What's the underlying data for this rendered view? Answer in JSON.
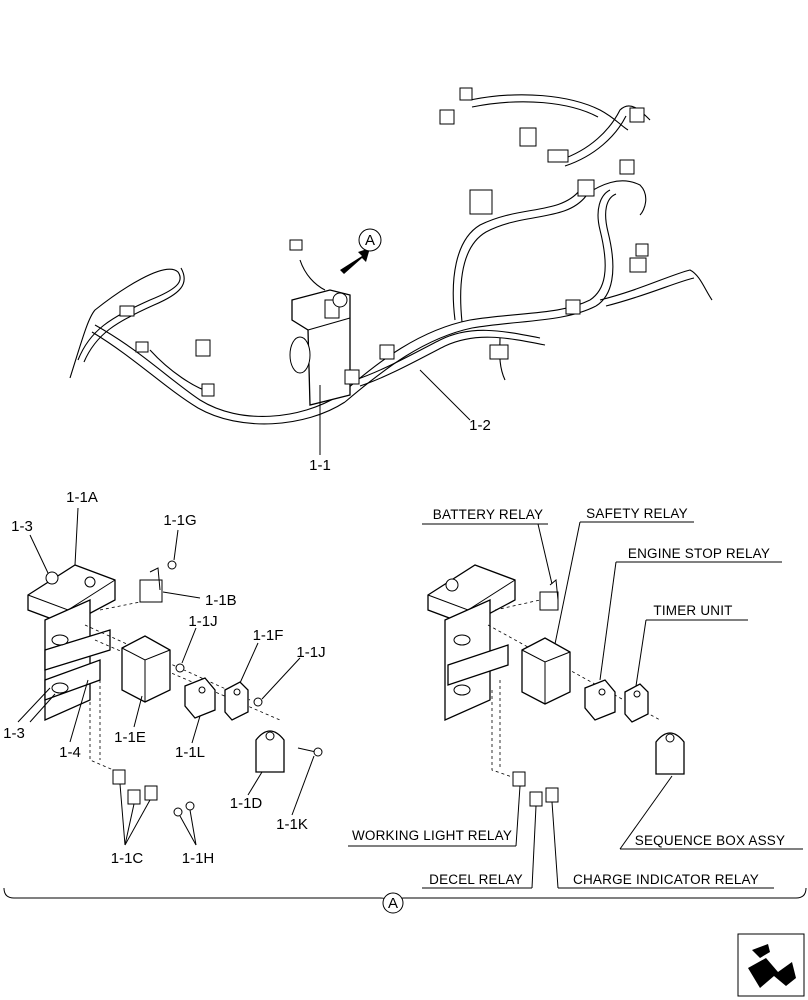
{
  "labels": {
    "harness": "1-1",
    "harness2": "1-2",
    "view_marker": "A",
    "p_1_1A": "1-1A",
    "p_1_3_top": "1-3",
    "p_1_1G": "1-1G",
    "p_1_1B": "1-1B",
    "p_1_1J_a": "1-1J",
    "p_1_1F": "1-1F",
    "p_1_1J_b": "1-1J",
    "p_1_3_bottom": "1-3",
    "p_1_4": "1-4",
    "p_1_1E": "1-1E",
    "p_1_1L": "1-1L",
    "p_1_1D": "1-1D",
    "p_1_1K": "1-1K",
    "p_1_1C": "1-1C",
    "p_1_1H": "1-1H"
  },
  "relays": {
    "battery": "BATTERY RELAY",
    "safety": "SAFETY RELAY",
    "engine_stop": "ENGINE STOP RELAY",
    "timer": "TIMER UNIT",
    "working_light": "WORKING LIGHT RELAY",
    "sequence_box": "SEQUENCE BOX ASSY",
    "decel": "DECEL RELAY",
    "charge_indicator": "CHARGE INDICATOR RELAY"
  },
  "bottom_marker": "A",
  "nav_icon": "next-page-arrow-icon"
}
